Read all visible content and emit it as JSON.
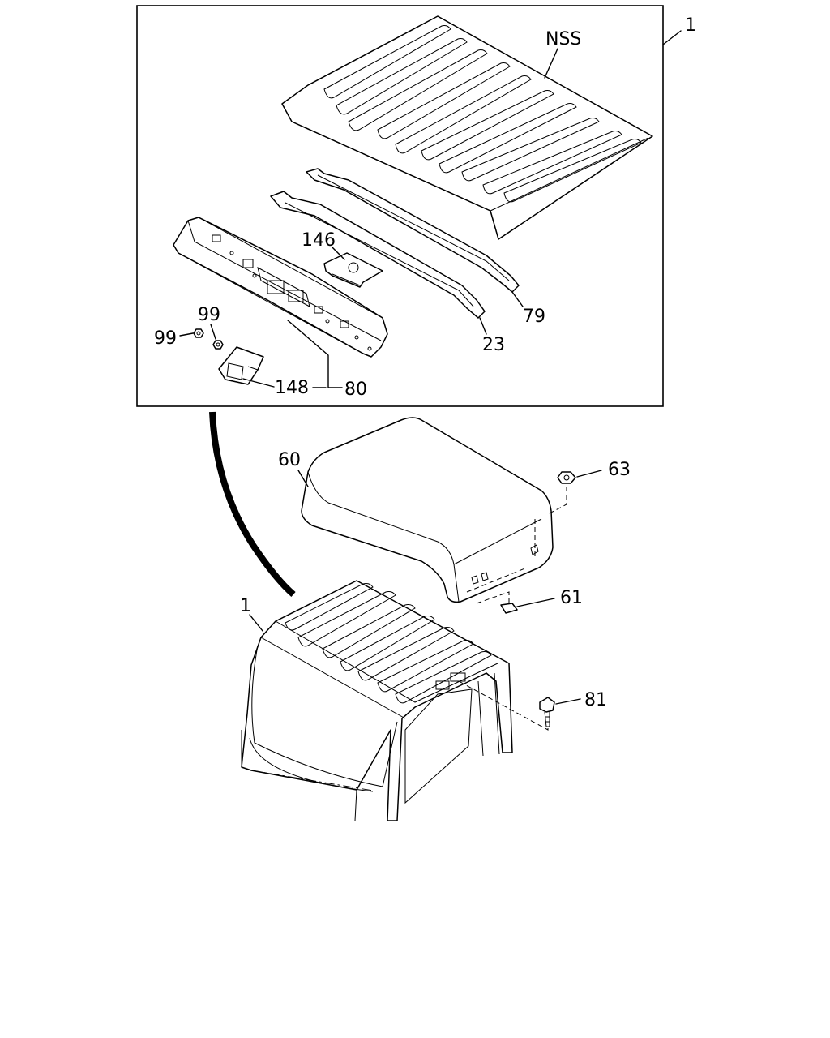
{
  "callouts": {
    "c_1_box": "1",
    "c_nss": "NSS",
    "c_146": "146",
    "c_79": "79",
    "c_23": "23",
    "c_99_top": "99",
    "c_99_left": "99",
    "c_148": "148",
    "c_80": "80",
    "c_60": "60",
    "c_63": "63",
    "c_61": "61",
    "c_1_cab": "1",
    "c_81": "81"
  }
}
